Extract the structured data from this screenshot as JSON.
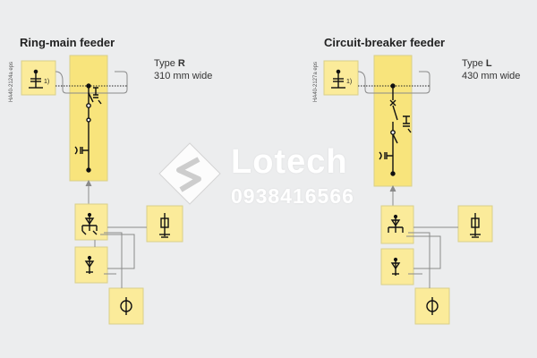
{
  "left": {
    "title": "Ring-main feeder",
    "type_prefix": "Type ",
    "type_letter": "R",
    "width_text": "310 mm wide",
    "side_label": "HA40-2124a eps",
    "footnote": "1)"
  },
  "right": {
    "title": "Circuit-breaker feeder",
    "type_prefix": "Type ",
    "type_letter": "L",
    "width_text": "430 mm wide",
    "side_label": "HA40-2127a eps",
    "footnote": "1)"
  },
  "watermark": {
    "brand": "Lotech",
    "phone": "0938416566"
  },
  "colors": {
    "background": "#ecedee",
    "box_fill": "#fbeb9a",
    "panel_fill": "#f8e47c",
    "line": "#8a8a8a",
    "symbol": "#111111"
  }
}
